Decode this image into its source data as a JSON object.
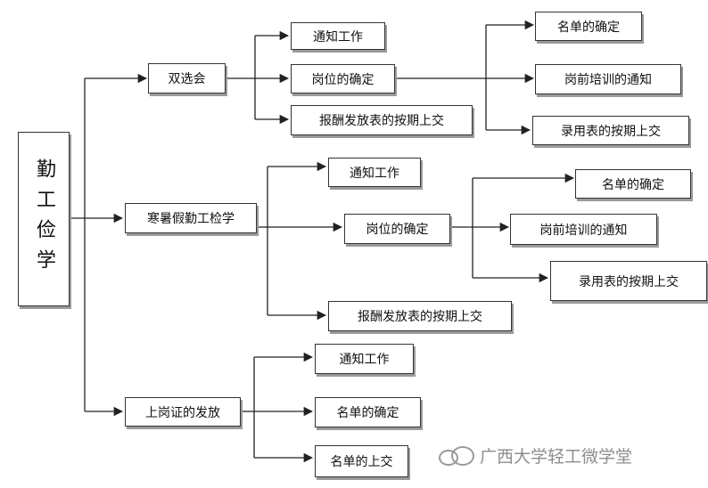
{
  "root": {
    "label": "勤工俭学"
  },
  "branches": [
    {
      "label": "双选会",
      "children": [
        "通知工作",
        "岗位的确定",
        "报酬发放表的按期上交"
      ],
      "sub_label": "岗位的确定",
      "sub_children": [
        "名单的确定",
        "岗前培训的通知",
        "录用表的按期上交"
      ]
    },
    {
      "label": "寒暑假勤工检学",
      "children": [
        "通知工作",
        "岗位的确定",
        "报酬发放表的按期上交"
      ],
      "sub_label": "岗位的确定",
      "sub_children": [
        "名单的确定",
        "岗前培训的通知",
        "录用表的按期上交"
      ]
    },
    {
      "label": "上岗证的发放",
      "children": [
        "通知工作",
        "名单的确定",
        "名单的上交"
      ]
    }
  ],
  "watermark": {
    "text": "广西大学轻工微学堂"
  },
  "colors": {
    "line": "#222222",
    "box_border": "#333333",
    "shadow": "#9a9a9a",
    "watermark": "#8d8d8d"
  }
}
